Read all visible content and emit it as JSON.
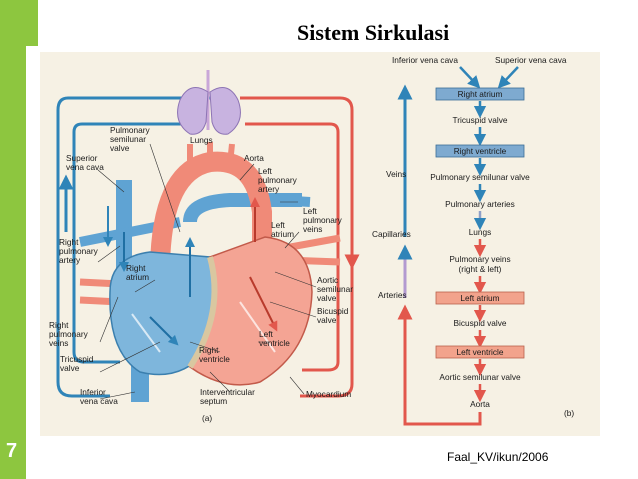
{
  "slide": {
    "title": "Sistem Sirkulasi",
    "page_number": "7",
    "footer": "Faal_KV/ikun/2006"
  },
  "diagram_a": {
    "panel_label": "(a)",
    "labels": {
      "lungs": "Lungs",
      "pulmonary_valve_1": "Pulmonary",
      "pulmonary_valve_2": "semilunar",
      "pulmonary_valve_3": "valve",
      "superior_vc_1": "Superior",
      "superior_vc_2": "vena cava",
      "aorta": "Aorta",
      "left_pa_1": "Left",
      "left_pa_2": "pulmonary",
      "left_pa_3": "artery",
      "left_pv_1": "Left",
      "left_pv_2": "pulmonary",
      "left_pv_3": "veins",
      "left_atrium_1": "Left",
      "left_atrium_2": "atrium",
      "right_pa_1": "Right",
      "right_pa_2": "pulmonary",
      "right_pa_3": "artery",
      "right_atrium_1": "Right",
      "right_atrium_2": "atrium",
      "aortic_valve_1": "Aortic",
      "aortic_valve_2": "semilunar",
      "aortic_valve_3": "valve",
      "bicuspid_1": "Bicuspid",
      "bicuspid_2": "valve",
      "right_pv_1": "Right",
      "right_pv_2": "pulmonary",
      "right_pv_3": "veins",
      "left_ventricle_1": "Left",
      "left_ventricle_2": "ventricle",
      "right_ventricle_1": "Right",
      "right_ventricle_2": "ventricle",
      "tricuspid_1": "Tricuspid",
      "tricuspid_2": "valve",
      "inferior_vc_1": "Inferior",
      "inferior_vc_2": "vena cava",
      "septum_1": "Interventricular",
      "septum_2": "septum",
      "myocardium": "Myocardium"
    }
  },
  "diagram_b": {
    "panel_label": "(b)",
    "top_left": "Inferior vena cava",
    "top_right": "Superior vena cava",
    "steps": [
      {
        "text": "Right atrium",
        "boxed": true,
        "color": "#7eaad0"
      },
      {
        "text": "Tricuspid valve",
        "boxed": false
      },
      {
        "text": "Right ventricle",
        "boxed": true,
        "color": "#7eaad0"
      },
      {
        "text": "Pulmonary semilunar valve",
        "boxed": false
      },
      {
        "text": "Pulmonary arteries",
        "boxed": false
      },
      {
        "text": "Lungs",
        "boxed": false
      },
      {
        "text": "Pulmonary veins",
        "boxed": false
      },
      {
        "text": "(right & left)",
        "boxed": false
      },
      {
        "text": "Left atrium",
        "boxed": true,
        "color": "#f2a38c"
      },
      {
        "text": "Bicuspid valve",
        "boxed": false
      },
      {
        "text": "Left ventricle",
        "boxed": true,
        "color": "#f2a38c"
      },
      {
        "text": "Aortic semilunar valve",
        "boxed": false
      },
      {
        "text": "Aorta",
        "boxed": false
      }
    ],
    "side_labels": {
      "veins": "Veins",
      "capillaries": "Capillaries",
      "arteries": "Arteries"
    }
  },
  "colors": {
    "accent_green": "#8dc63f",
    "blood_blue": "#2f84b8",
    "blood_red": "#e2574c",
    "heart_blue": "#7eb6dc",
    "heart_red": "#f4a494",
    "figure_bg": "#f6f1e4"
  }
}
